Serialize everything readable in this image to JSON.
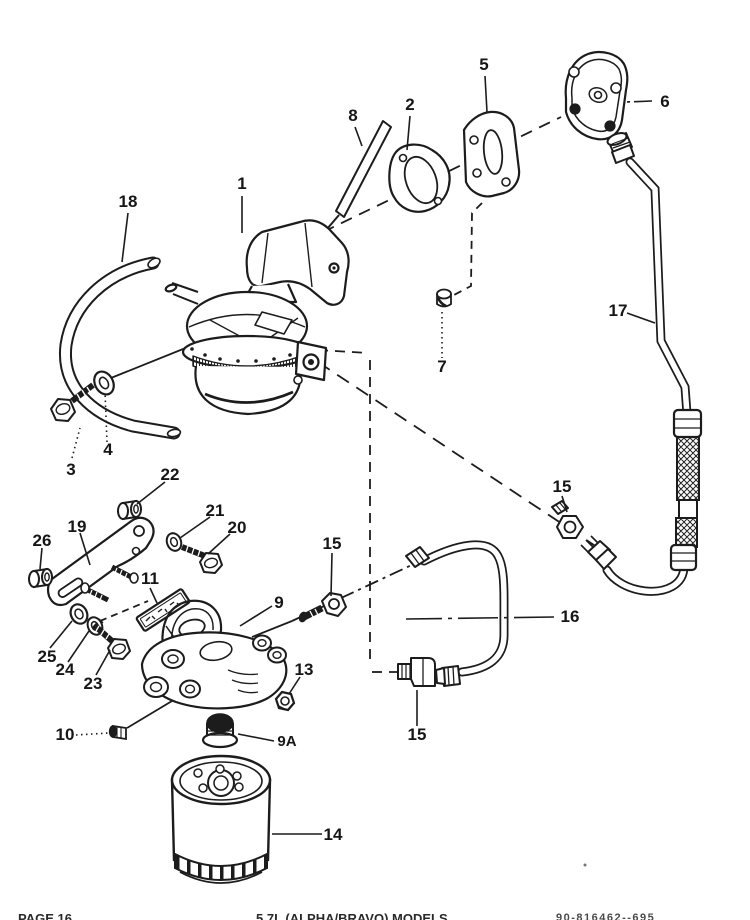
{
  "figure": {
    "type": "exploded-parts-diagram",
    "subject": "Fuel pump and fuel filter assembly",
    "background_color": "#ffffff",
    "ink_color": "#1c1c1c"
  },
  "footer": {
    "left": "PAGE 16",
    "center": "5.7L (ALPHA/BRAVO) MODELS",
    "right": "90-816462--695"
  },
  "callouts": [
    {
      "label": "1"
    },
    {
      "label": "2"
    },
    {
      "label": "5"
    },
    {
      "label": "6"
    },
    {
      "label": "8"
    },
    {
      "label": "18"
    },
    {
      "label": "17"
    },
    {
      "label": "7"
    },
    {
      "label": "3"
    },
    {
      "label": "4"
    },
    {
      "label": "22"
    },
    {
      "label": "21"
    },
    {
      "label": "20"
    },
    {
      "label": "26"
    },
    {
      "label": "19"
    },
    {
      "label": "11"
    },
    {
      "label": "25"
    },
    {
      "label": "24"
    },
    {
      "label": "23"
    },
    {
      "label": "9"
    },
    {
      "label": "13"
    },
    {
      "label": "9A"
    },
    {
      "label": "10"
    },
    {
      "label": "14"
    },
    {
      "label": "15"
    },
    {
      "label": "15"
    },
    {
      "label": "15"
    },
    {
      "label": "16"
    }
  ]
}
